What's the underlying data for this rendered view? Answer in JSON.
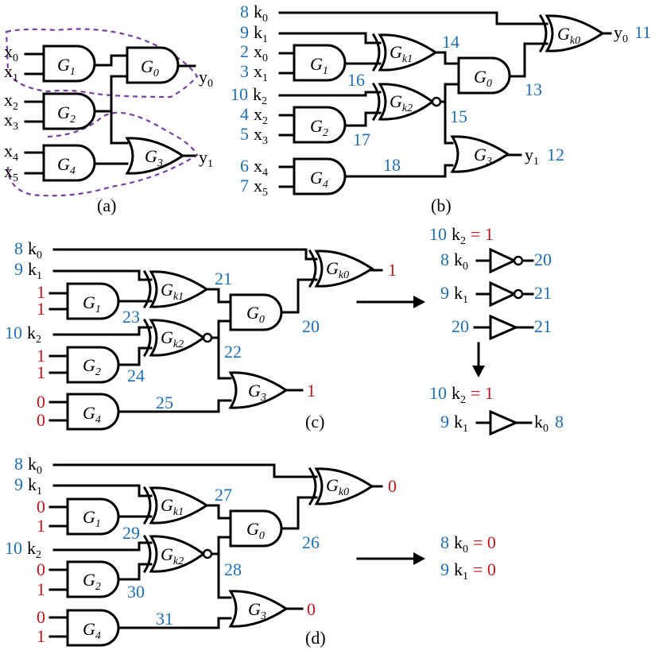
{
  "diagram": {
    "panel_labels": [
      "(a)",
      "(b)",
      "(c)",
      "(d)"
    ],
    "colors": {
      "line": "#000000",
      "annotation": "#1f6fb5",
      "value": "#c0171d",
      "highlight": "#7a3fa3"
    },
    "gate_names": {
      "G1": "G",
      "G1_sub": "1",
      "G2": "G",
      "G2_sub": "2",
      "G4": "G",
      "G4_sub": "4",
      "G0": "G",
      "G0_sub": "0",
      "G3": "G",
      "G3_sub": "3",
      "Gk0": "G",
      "Gk0_sub": "k0",
      "Gk1": "G",
      "Gk1_sub": "k1",
      "Gk2": "G",
      "Gk2_sub": "k2"
    },
    "a": {
      "inputs": [
        {
          "v": "x",
          "s": "0"
        },
        {
          "v": "x",
          "s": "1"
        },
        {
          "v": "x",
          "s": "2"
        },
        {
          "v": "x",
          "s": "3"
        },
        {
          "v": "x",
          "s": "4"
        },
        {
          "v": "x",
          "s": "5"
        }
      ],
      "outputs": [
        {
          "v": "y",
          "s": "0"
        },
        {
          "v": "y",
          "s": "1"
        }
      ]
    },
    "b": {
      "inputs": [
        {
          "n": "8",
          "v": "k",
          "s": "0"
        },
        {
          "n": "9",
          "v": "k",
          "s": "1"
        },
        {
          "n": "2",
          "v": "x",
          "s": "0"
        },
        {
          "n": "3",
          "v": "x",
          "s": "1"
        },
        {
          "n": "10",
          "v": "k",
          "s": "2"
        },
        {
          "n": "4",
          "v": "x",
          "s": "2"
        },
        {
          "n": "5",
          "v": "x",
          "s": "3"
        },
        {
          "n": "6",
          "v": "x",
          "s": "4"
        },
        {
          "n": "7",
          "v": "x",
          "s": "5"
        }
      ],
      "outputs": [
        {
          "v": "y",
          "s": "0",
          "n": "11"
        },
        {
          "v": "y",
          "s": "1",
          "n": "12"
        }
      ],
      "wire_numbers": [
        "14",
        "16",
        "13",
        "15",
        "17",
        "18"
      ]
    },
    "c": {
      "key_inputs": [
        {
          "n": "8",
          "v": "k",
          "s": "0"
        },
        {
          "n": "9",
          "v": "k",
          "s": "1"
        },
        {
          "n": "10",
          "v": "k",
          "s": "2"
        }
      ],
      "input_values": [
        "1",
        "1",
        "1",
        "1",
        "0",
        "0"
      ],
      "outputs": [
        "1",
        "1"
      ],
      "wire_numbers": [
        "21",
        "23",
        "20",
        "22",
        "24",
        "25"
      ],
      "rhs": {
        "cond1_num": "10",
        "cond1_var": "k",
        "cond1_sub": "2",
        "cond1_val": "= 1",
        "row1_num": "8",
        "row1_var": "k",
        "row1_sub": "0",
        "row1_out": "20",
        "row2_num": "9",
        "row2_var": "k",
        "row2_sub": "1",
        "row2_out": "21",
        "row3_in": "20",
        "row3_out": "21",
        "cond2_num": "10",
        "cond2_var": "k",
        "cond2_sub": "2",
        "cond2_val": "= 1",
        "row4_num": "9",
        "row4_var": "k",
        "row4_sub": "1",
        "row4_out_var": "k",
        "row4_out_sub": "0",
        "row4_out_num": "8"
      }
    },
    "d": {
      "key_inputs": [
        {
          "n": "8",
          "v": "k",
          "s": "0"
        },
        {
          "n": "9",
          "v": "k",
          "s": "1"
        },
        {
          "n": "10",
          "v": "k",
          "s": "2"
        }
      ],
      "input_values": [
        "0",
        "1",
        "0",
        "1",
        "0",
        "1"
      ],
      "outputs": [
        "0",
        "0"
      ],
      "wire_numbers": [
        "27",
        "29",
        "26",
        "28",
        "30",
        "31"
      ],
      "rhs": [
        {
          "n": "8",
          "v": "k",
          "s": "0",
          "val": "= 0"
        },
        {
          "n": "9",
          "v": "k",
          "s": "1",
          "val": "= 0"
        }
      ]
    }
  }
}
